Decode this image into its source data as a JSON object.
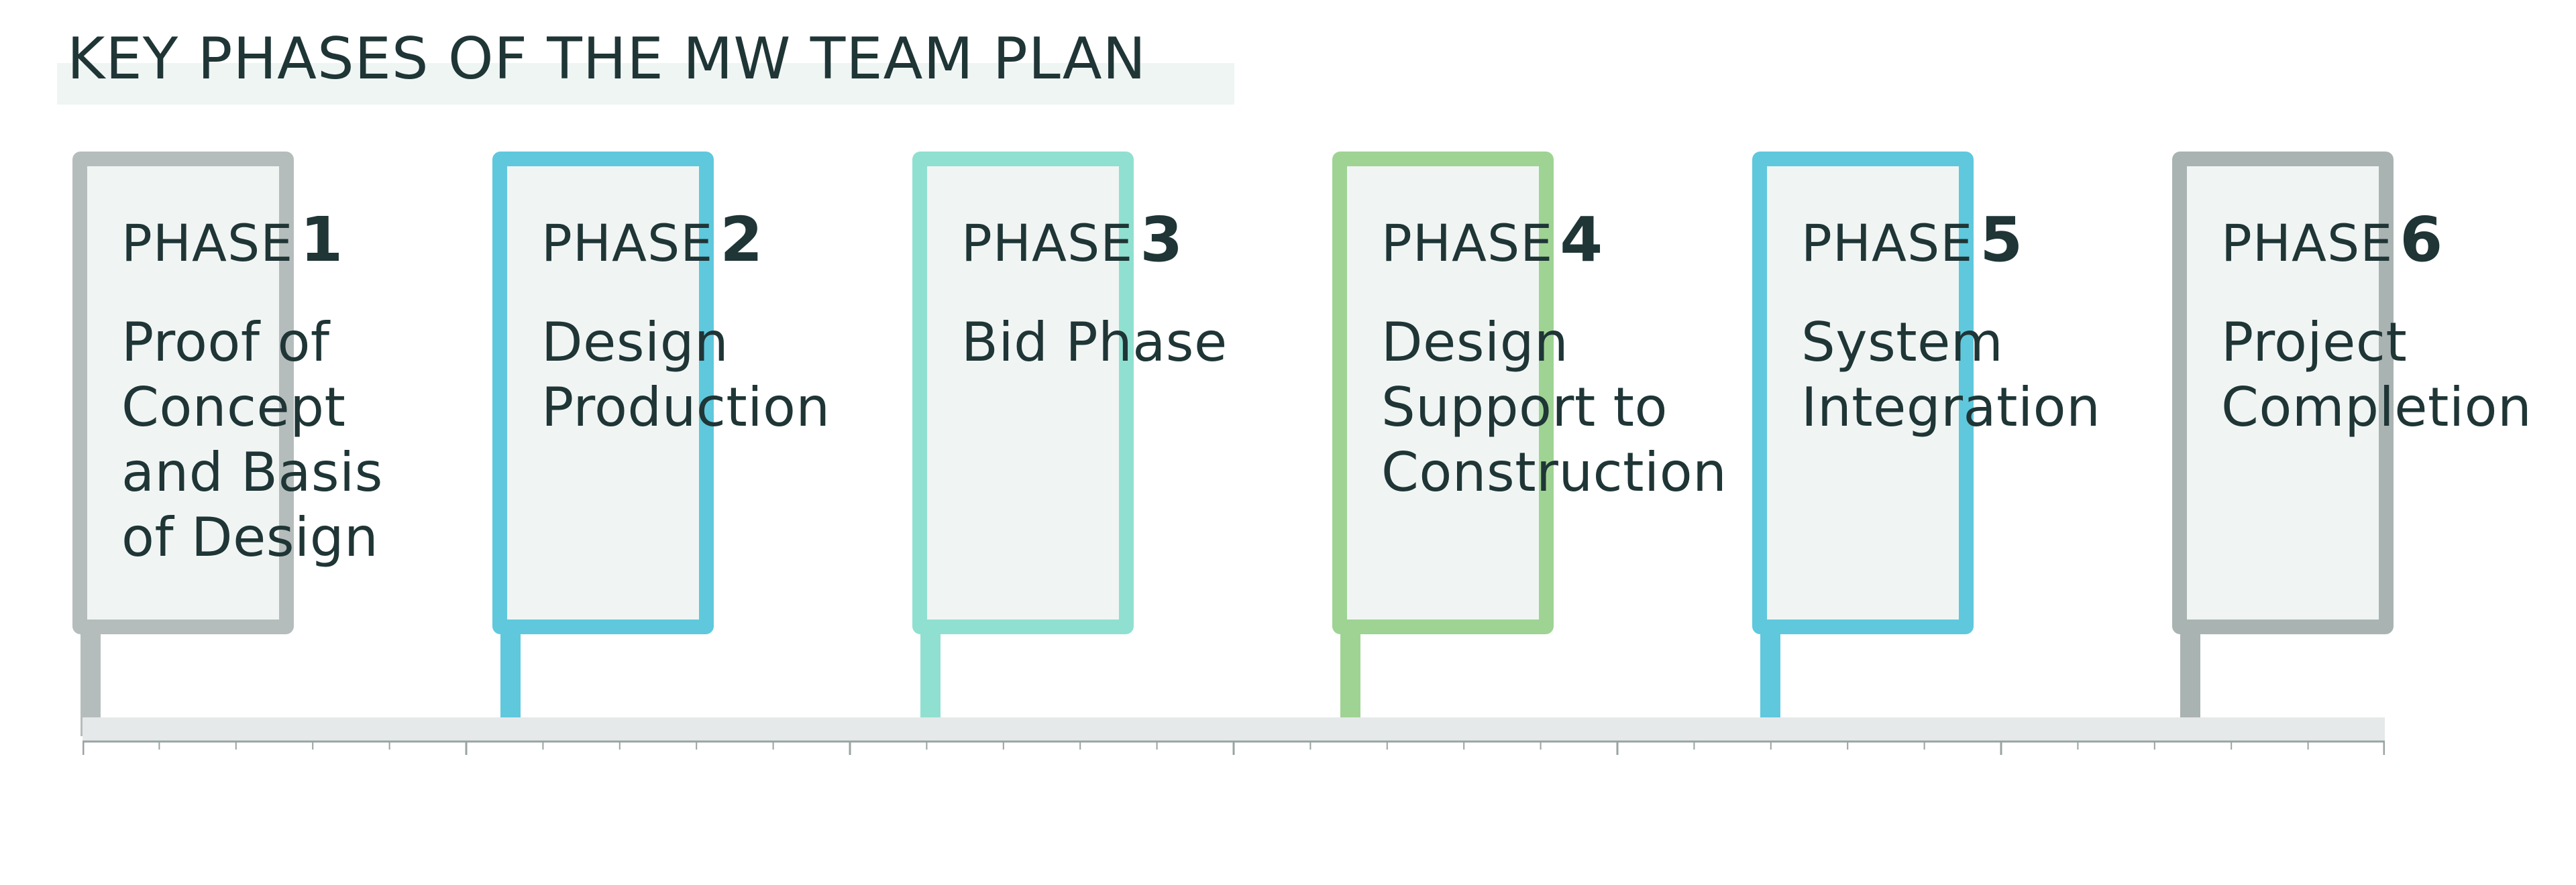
{
  "title": "KEY PHASES OF THE MW TEAM PLAN",
  "phases": [
    {
      "label": "PHASE",
      "number": "1",
      "name": "Proof of Concept and Basis of Design",
      "color": "#b5bdbc"
    },
    {
      "label": "PHASE",
      "number": "2",
      "name": "Design Production",
      "color": "#5fc8dd"
    },
    {
      "label": "PHASE",
      "number": "3",
      "name": "Bid Phase",
      "color": "#8fe0d0"
    },
    {
      "label": "PHASE",
      "number": "4",
      "name": "Design Support to Construction",
      "color": "#9fd394"
    },
    {
      "label": "PHASE",
      "number": "5",
      "name": "System Integration",
      "color": "#5fc8dd"
    },
    {
      "label": "PHASE",
      "number": "6",
      "name": "Project Completion",
      "color": "#a9b3b2"
    }
  ],
  "colors": {
    "text": "#1f3536",
    "card_fill": "#f0f5f3",
    "title_band": "#eef5f3",
    "ruler": "#e6e9e9",
    "tick": "#9aa3a3"
  }
}
